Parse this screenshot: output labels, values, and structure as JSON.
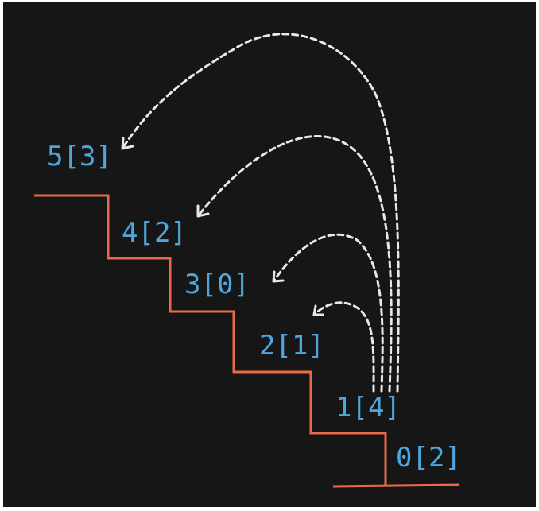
{
  "colors": {
    "background": "#161616",
    "stairs": "#e9694a",
    "labels": "#4ea6dd",
    "arrows": "#e8e8e8"
  },
  "steps": [
    {
      "label": "0[2]"
    },
    {
      "label": "1[4]"
    },
    {
      "label": "2[1]"
    },
    {
      "label": "3[0]"
    },
    {
      "label": "4[2]"
    },
    {
      "label": "5[3]"
    }
  ],
  "jumps": [
    {
      "from": "1[4]",
      "to": "2[1]"
    },
    {
      "from": "1[4]",
      "to": "3[0]"
    },
    {
      "from": "1[4]",
      "to": "4[2]"
    },
    {
      "from": "1[4]",
      "to": "5[3]"
    }
  ]
}
